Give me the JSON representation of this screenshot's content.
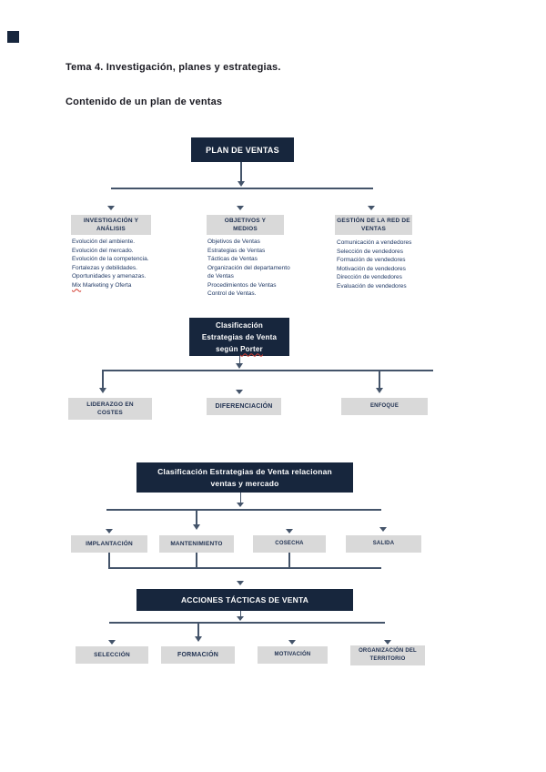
{
  "colors": {
    "navy": "#17263D",
    "box-gray": "#D9D9D9",
    "line": "#44546A",
    "list-text": "#1F3864",
    "box-text": "#1F3050",
    "title-text": "#1A1A22",
    "squiggle-red": "#D23A2E"
  },
  "header": {
    "title": "Tema 4. Investigación, planes y estrategias.",
    "subtitle": "Contenido de un plan de ventas"
  },
  "sales_plan_chart": {
    "root": "PLAN DE VENTAS",
    "columns": [
      {
        "header_lines": [
          "INVESTIGACIÓN Y",
          "ANÁLISIS"
        ],
        "items": [
          "Evolución del ambiente.",
          "Evolución del mercado.",
          "Evolución de la competencia.",
          "Fortalezas y debilidades.",
          "Oportunidades y amenazas.",
          {
            "word": "Mix",
            "rest": " Marketing y Oferta"
          }
        ]
      },
      {
        "header_lines": [
          "OBJETIVOS Y",
          "MEDIOS"
        ],
        "items": [
          "Objetivos de Ventas",
          "Estrategias de Ventas",
          "Tácticas de Ventas",
          {
            "lines": [
              "Organización del departamento",
              "de Ventas"
            ]
          },
          "Procedimientos de Ventas",
          "Control de Ventas."
        ]
      },
      {
        "header_lines": [
          "GESTIÓN DE LA RED DE",
          "VENTAS"
        ],
        "items": [
          "Comunicación a vendedores",
          "Selección de vendedores",
          "Formación de vendedores",
          "Motivación de vendedores",
          "Dirección de vendedores",
          "Evaluación de vendedores"
        ]
      }
    ]
  },
  "porter_chart": {
    "root_lines": [
      "Clasificación",
      "Estrategias de Venta",
      {
        "prefix": "según ",
        "word": "Porter"
      }
    ],
    "children": [
      {
        "lines": [
          "LIDERAZGO EN",
          "COSTES"
        ]
      },
      "DIFERENCIACIÓN",
      "ENFOQUE"
    ]
  },
  "market_chart": {
    "root_lines": [
      "Clasificación Estrategias de Venta relacionan",
      "ventas y mercado"
    ],
    "children": [
      "IMPLANTACIÓN",
      "MANTENIMIENTO",
      "COSECHA",
      "SALIDA"
    ]
  },
  "tactics_chart": {
    "root": "ACCIONES TÁCTICAS DE VENTA",
    "children": [
      "SELECCIÓN",
      "FORMACIÓN",
      "MOTIVACIÓN",
      {
        "lines": [
          "ORGANIZACIÓN DEL",
          "TERRITORIO"
        ]
      }
    ]
  }
}
